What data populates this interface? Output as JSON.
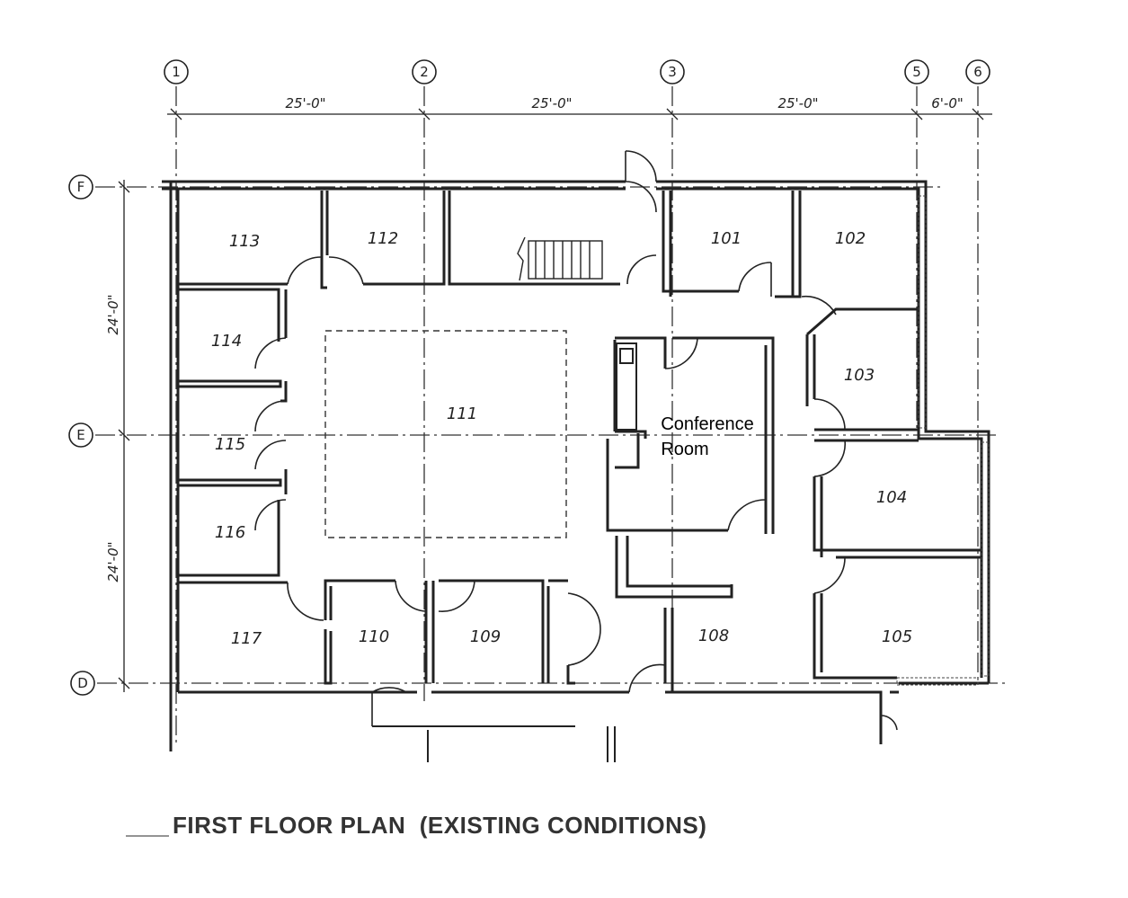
{
  "grid_columns": [
    "1",
    "2",
    "3",
    "5",
    "6"
  ],
  "grid_rows": [
    "F",
    "E",
    "D"
  ],
  "dimensions": {
    "horizontal": [
      "25'-0\"",
      "25'-0\"",
      "25'-0\"",
      "6'-0\""
    ],
    "vertical": [
      "24'-0\"",
      "24'-0\""
    ]
  },
  "rooms": {
    "r101": "101",
    "r102": "102",
    "r103": "103",
    "r104": "104",
    "r105": "105",
    "r108": "108",
    "r109": "109",
    "r110": "110",
    "r111": "111",
    "r112": "112",
    "r113": "113",
    "r114": "114",
    "r115": "115",
    "r116": "116",
    "r117": "117"
  },
  "conference_room": [
    "Conference",
    "Room"
  ],
  "title": "FIRST FLOOR PLAN  (EXISTING CONDITIONS)"
}
